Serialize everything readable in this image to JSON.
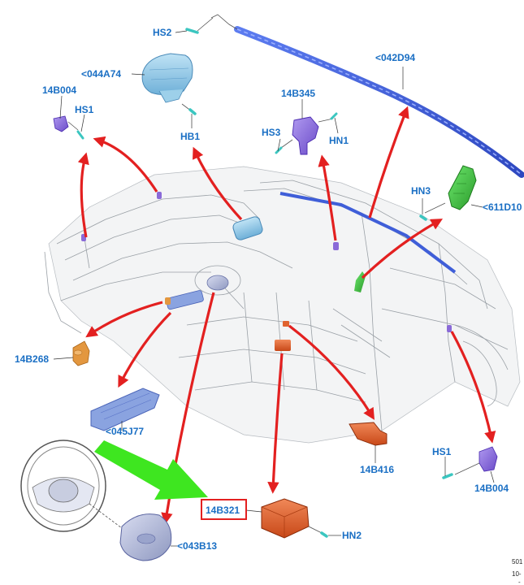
{
  "labels": {
    "hs2_top": "HS2",
    "airbag_044a74": "<044A74",
    "curtain_042d94": "<042D94",
    "sensor_14b004_left": "14B004",
    "hs1_left": "HS1",
    "hb1": "HB1",
    "sensor_14b345": "14B345",
    "hs3": "HS3",
    "hn1": "HN1",
    "hn3": "HN3",
    "module_611d10": "<611D10",
    "sensor_14b268": "14B268",
    "knee_045j77": "<045J77",
    "sensor_14b416": "14B416",
    "hs1_right": "HS1",
    "sensor_14b004_right": "14B004",
    "module_14b321": "14B321",
    "hn2": "HN2",
    "driver_043b13": "<043B13"
  },
  "footer": {
    "line1": "501",
    "line2": "10-",
    "line3": "-"
  },
  "colors": {
    "label": "#1a6fc4",
    "arrow_red": "#e32020",
    "arrow_green": "#3ee620",
    "highlight_box": "#e32020",
    "curtain": "#3f5ed8",
    "airbag_light_blue": "#8ec9e8",
    "sensor_purple": "#8a6ad8",
    "module_orange": "#e0632f",
    "sensor_tan": "#e3973f",
    "module_green": "#3cc23c",
    "knee_blue": "#7a95d8",
    "fastener_teal": "#3bc6c0"
  }
}
